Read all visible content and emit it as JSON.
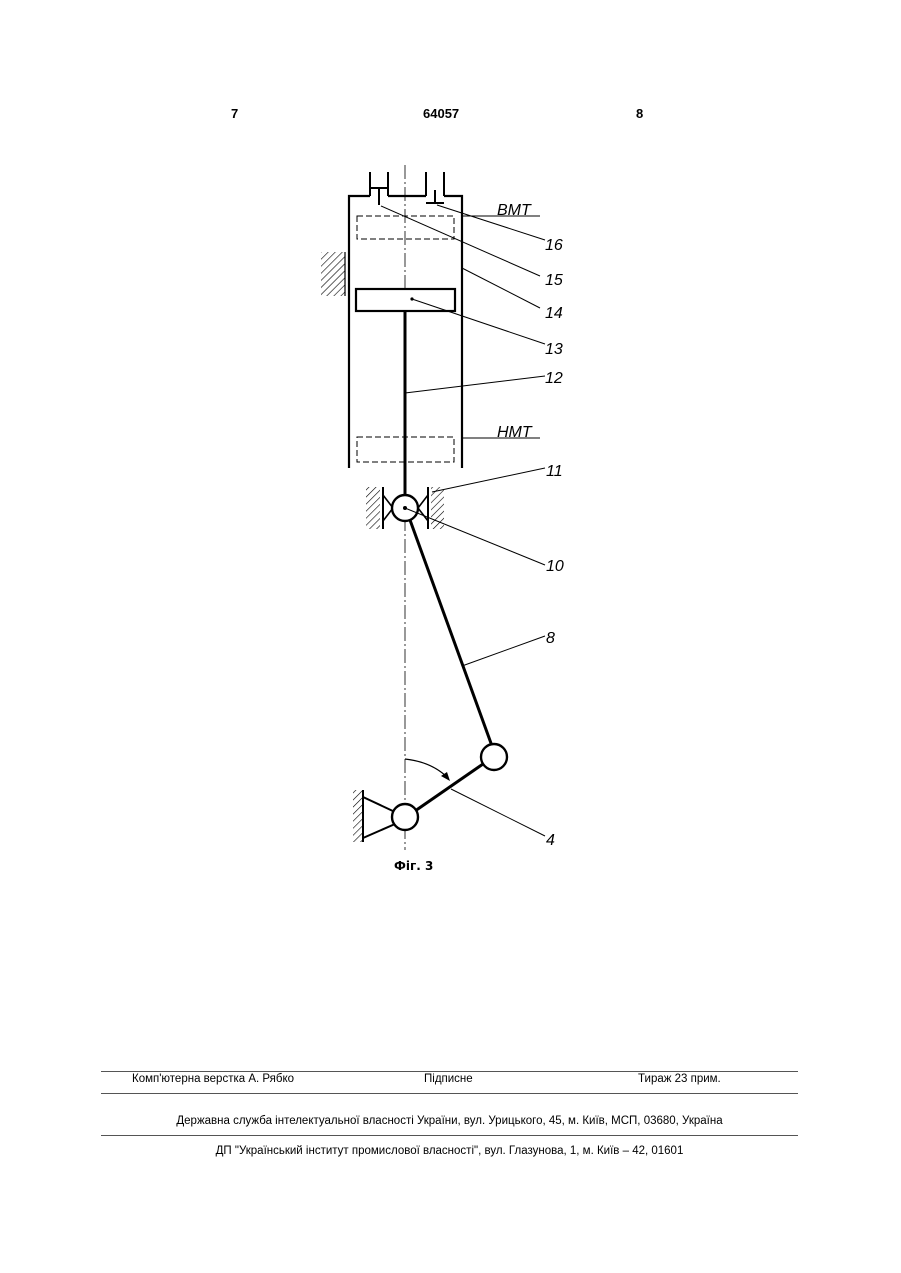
{
  "header": {
    "page_left": "7",
    "patent_number": "64057",
    "page_right": "8"
  },
  "figure": {
    "labels": {
      "top_dead_center": "ВМТ",
      "bottom_dead_center": "НМТ",
      "n16": "16",
      "n15": "15",
      "n14": "14",
      "n13": "13",
      "n12": "12",
      "n11": "11",
      "n10": "10",
      "n8": "8",
      "n4": "4"
    },
    "caption": "Фіг. 3"
  },
  "footer": {
    "layout_credit": "Комп'ютерна верстка А. Рябко",
    "signed": "Підписне",
    "circulation": "Тираж 23 прим.",
    "agency": "Державна служба інтелектуальної власності України, вул. Урицького, 45, м. Київ, МСП, 03680, Україна",
    "institute": "ДП \"Український інститут промислової власності\", вул. Глазунова, 1, м. Київ – 42, 01601"
  }
}
